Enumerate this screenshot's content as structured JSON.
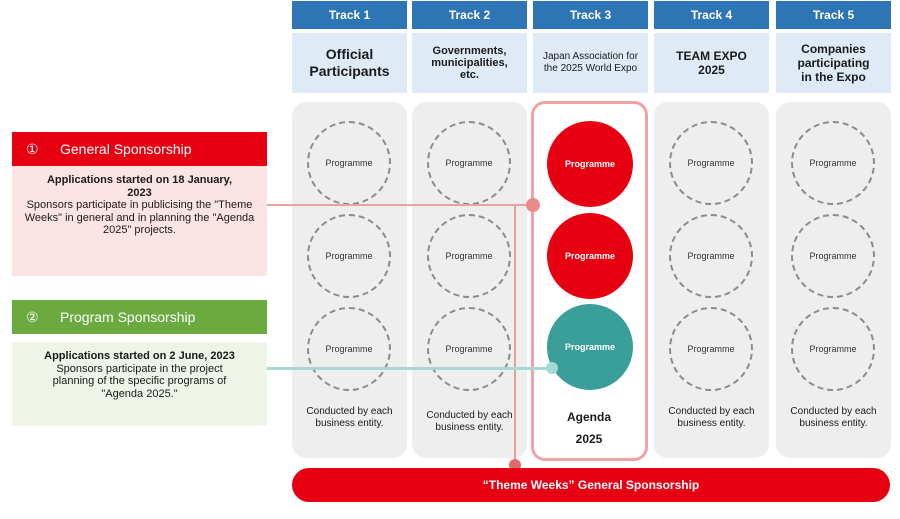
{
  "tracks": [
    {
      "header": "Track 1",
      "title": "Official Participants",
      "conducted": "Conducted by each business entity."
    },
    {
      "header": "Track 2",
      "title": "Governments, municipalities, etc.",
      "conducted": "Conducted by each business entity."
    },
    {
      "header": "Track 3",
      "title": "Japan Association for the 2025 World Expo",
      "agenda_line1": "Agenda",
      "agenda_line2": "2025"
    },
    {
      "header": "Track 4",
      "title": "TEAM EXPO 2025",
      "conducted": "Conducted by each business entity."
    },
    {
      "header": "Track 5",
      "title": "Companies participating in the Expo",
      "conducted": "Conducted by each business entity."
    }
  ],
  "programme_label": "Programme",
  "colors": {
    "track_header": "#2e75b6",
    "track_title_bg": "#deebf7",
    "general_red": "#e60012",
    "program_green": "#6aaa3f",
    "teal": "#3a9e9a"
  },
  "general_sponsorship": {
    "number": "①",
    "title": "General Sponsorship",
    "date_line1": "Applications started on 18 January,",
    "date_line2": "2023",
    "description": "Sponsors participate in publicising the \"Theme Weeks\" in general and in planning the \"Agenda 2025\" projects."
  },
  "program_sponsorship": {
    "number": "②",
    "title": "Program Sponsorship",
    "date_line": "Applications started on 2 June, 2023",
    "description": "Sponsors participate in the project planning of the specific programs of \"Agenda 2025.\""
  },
  "bottom_bar": "“Theme Weeks” General Sponsorship"
}
